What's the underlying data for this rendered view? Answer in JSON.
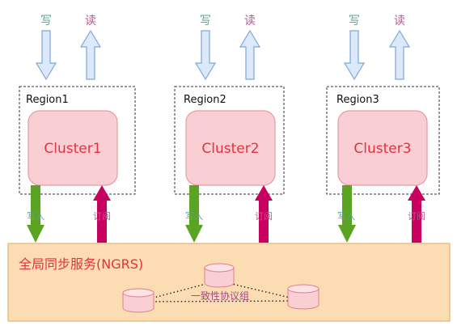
{
  "colors": {
    "write": "#5aa58c",
    "read": "#b05c90",
    "cluster_fill": "#f9cfd3",
    "cluster_stroke": "#e79ba3",
    "cluster_text": "#e2333f",
    "ngrs_fill": "#fbdcb3",
    "ngrs_stroke": "#e6b273",
    "ngrs_text": "#e2333f",
    "green_arrow": "#5ba322",
    "magenta_arrow": "#c8005f",
    "client_arrow_fill": "#dbe9fa",
    "client_arrow_stroke": "#7ea6d8",
    "consensus_text": "#a04a84"
  },
  "regions": [
    {
      "name": "Region1",
      "cluster": "Cluster1",
      "write": "写",
      "read": "读",
      "write_in": "写入",
      "subscribe": "订阅"
    },
    {
      "name": "Region2",
      "cluster": "Cluster2",
      "write": "写",
      "read": "读",
      "write_in": "写入",
      "subscribe": "订阅"
    },
    {
      "name": "Region3",
      "cluster": "Cluster3",
      "write": "写",
      "read": "读",
      "write_in": "写入",
      "subscribe": "订阅"
    }
  ],
  "ngrs": {
    "title": "全局同步服务(NGRS)",
    "consensus_label": "一致性协议组",
    "node_icons": [
      "database-cylinder-icon",
      "database-cylinder-icon",
      "database-cylinder-icon"
    ]
  }
}
